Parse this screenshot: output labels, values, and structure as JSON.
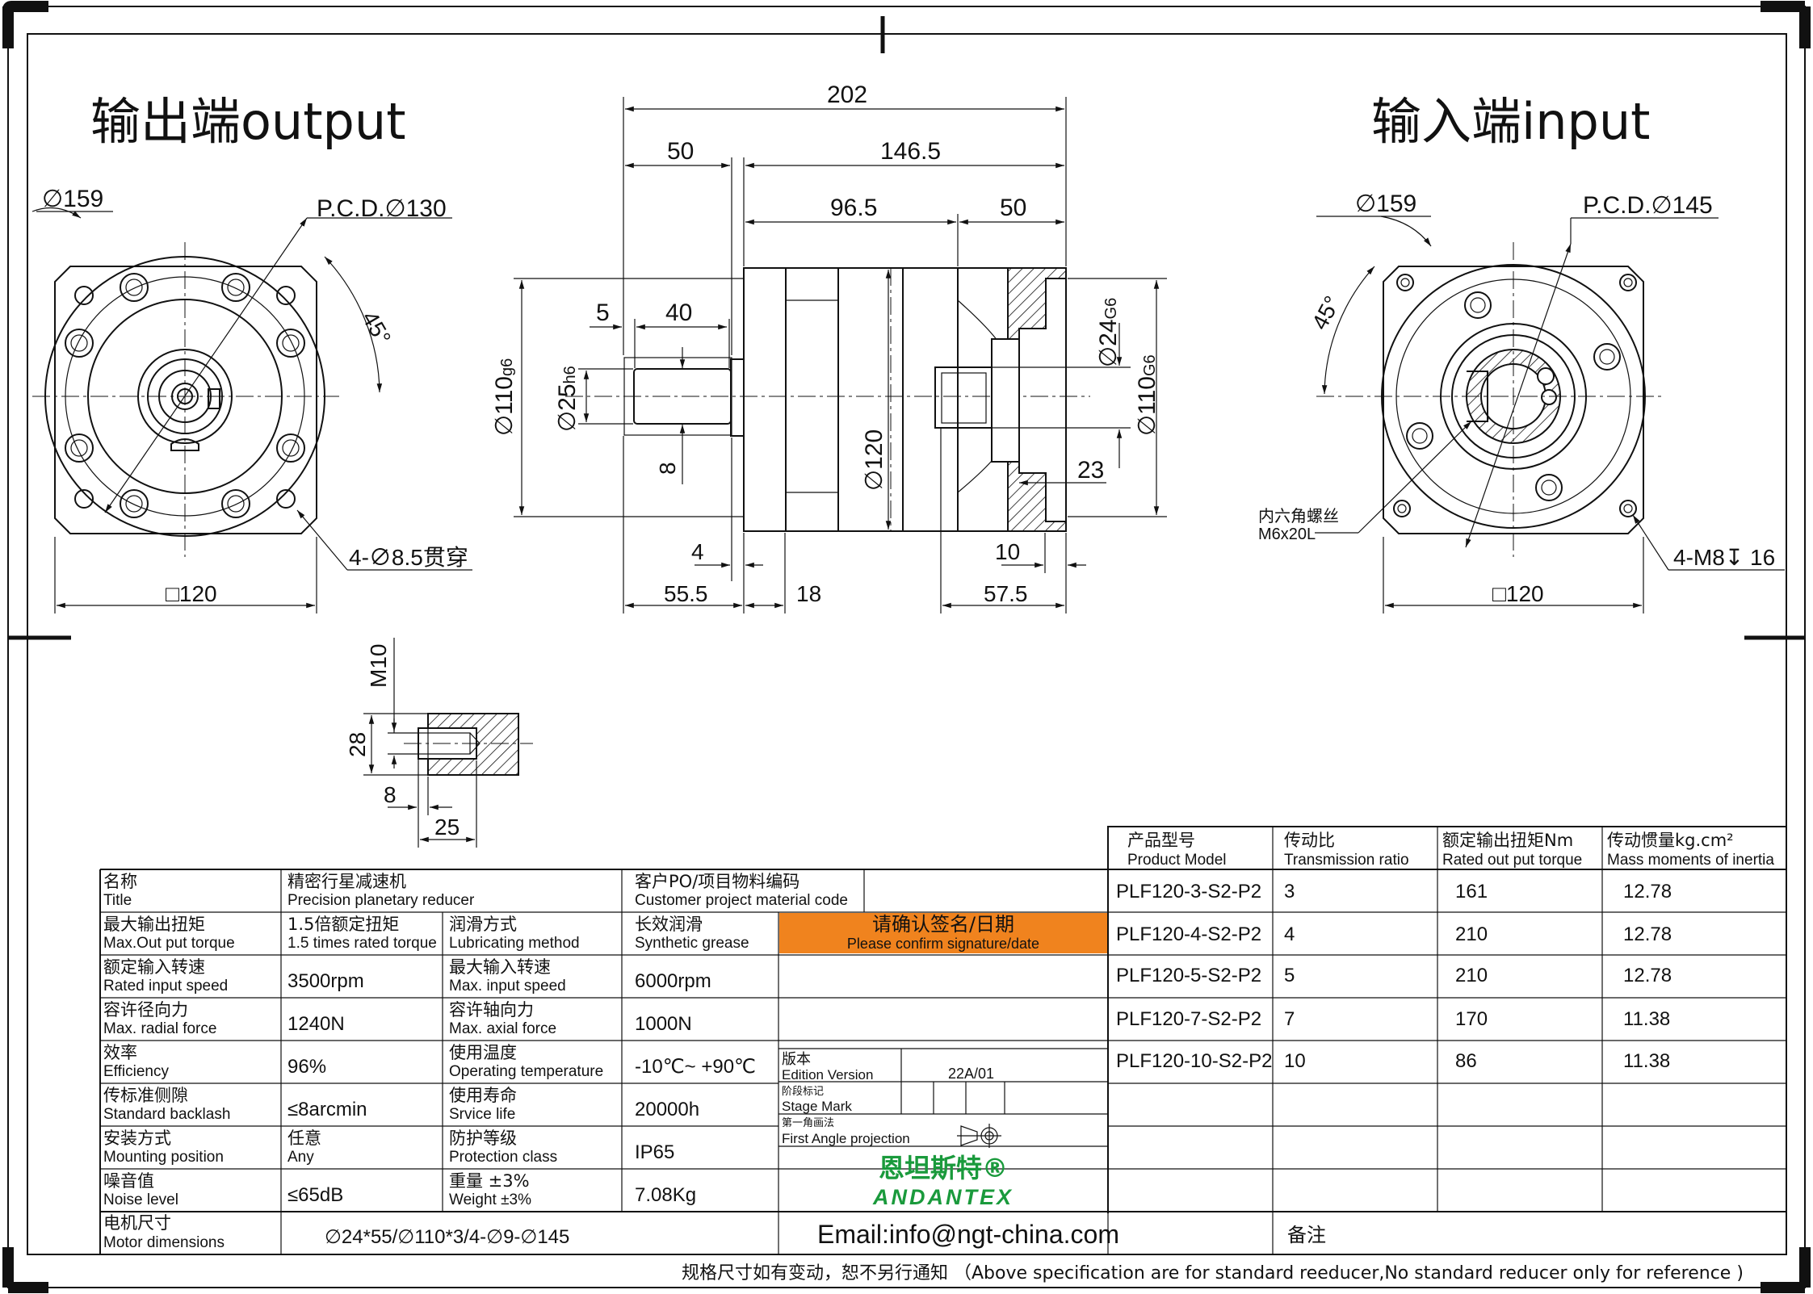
{
  "views": {
    "output": {
      "title": "输出端output",
      "dia_outer": "∅159",
      "pcd": "P.C.D.∅130",
      "angle": "45°",
      "holes": "4-∅8.5贯穿",
      "square": "□120"
    },
    "input": {
      "title": "输入端input",
      "dia_outer": "∅159",
      "pcd": "P.C.D.∅145",
      "angle": "45°",
      "screw_label_cn": "内六角螺丝",
      "screw_label_size": "M6x20L",
      "holes": "4-M8↧ 16",
      "square": "□120"
    },
    "side": {
      "dims": {
        "overall": "202",
        "left_section": "50",
        "right_section": "146.5",
        "body_len": "96.5",
        "input_len": "50",
        "key_offset": "5",
        "key_len": "40",
        "shaft_dia": "∅25",
        "shaft_tol": "h6",
        "spigot_dia": "∅110",
        "spigot_tol": "g6",
        "bore_dia": "∅24",
        "bore_tol": "G6",
        "input_spigot_dia": "∅110",
        "input_spigot_tol": "G6",
        "key_width": "8",
        "body_dia": "∅120",
        "depth_23": "23",
        "gap_4": "4",
        "gap_10": "10",
        "len_55": "55.5",
        "len_18": "18",
        "len_57": "57.5"
      }
    },
    "thread_detail": {
      "thread": "M10",
      "depth": "28",
      "d8": "8",
      "d25": "25"
    }
  },
  "spec_table": {
    "rows": [
      [
        {
          "cn": "名称",
          "en": "Title"
        },
        {
          "cn": "精密行星减速机",
          "en": "Precision planetary reducer",
          "span": 2
        },
        {
          "cn": "客户PO/项目物料编码",
          "en": "Customer project material code"
        }
      ],
      [
        {
          "cn": "最大输出扭矩",
          "en": "Max.Out put torque"
        },
        {
          "cn": "1.5倍额定扭矩",
          "en": "1.5 times rated torque"
        },
        {
          "cn": "润滑方式",
          "en": "Lubricating method"
        },
        {
          "cn": "长效润滑",
          "en": "Synthetic grease"
        }
      ],
      [
        {
          "cn": "额定输入转速",
          "en": "Rated input speed"
        },
        {
          "val": "3500rpm"
        },
        {
          "cn": "最大输入转速",
          "en": "Max. input speed"
        },
        {
          "val": "6000rpm"
        }
      ],
      [
        {
          "cn": "容许径向力",
          "en": "Max. radial force"
        },
        {
          "val": "1240N"
        },
        {
          "cn": "容许轴向力",
          "en": "Max. axial force"
        },
        {
          "val": "1000N"
        }
      ],
      [
        {
          "cn": "效率",
          "en": "Efficiency"
        },
        {
          "val": "96%"
        },
        {
          "cn": "使用温度",
          "en": "Operating temperature"
        },
        {
          "val": "-10℃~ +90℃"
        }
      ],
      [
        {
          "cn": "传标准侧隙",
          "en": "Standard backlash"
        },
        {
          "val": "≤8arcmin"
        },
        {
          "cn": "使用寿命",
          "en": "Srvice life"
        },
        {
          "val": "20000h"
        }
      ],
      [
        {
          "cn": "安装方式",
          "en": "Mounting position"
        },
        {
          "cn": "任意",
          "en": "Any"
        },
        {
          "cn": "防护等级",
          "en": "Protection class"
        },
        {
          "val": "IP65"
        }
      ],
      [
        {
          "cn": "噪音值",
          "en": "Noise level"
        },
        {
          "val": "≤65dB"
        },
        {
          "cn": "重量 ±3%",
          "en": "Weight ±3%"
        },
        {
          "val": "7.08Kg"
        }
      ]
    ],
    "motor": {
      "cn": "电机尺寸",
      "en": "Motor dimensions",
      "val": "∅24*55/∅110*3/4-∅9-∅145"
    }
  },
  "signature": {
    "cn": "请确认签名/日期",
    "en": "Please confirm signature/date",
    "color": "#f0831e"
  },
  "edition": {
    "cn": "版本",
    "en": "Edition Version",
    "val": "22A/01"
  },
  "stage": {
    "cn": "阶段标记",
    "en": "Stage Mark"
  },
  "projection": {
    "cn": "第一角画法",
    "en": "First Angle projection"
  },
  "brand": {
    "cn": "恩坦斯特®",
    "en": "ANDANTEX",
    "color": "#1a9a3c"
  },
  "email": "Email:info@ngt-china.com",
  "remark": "备注",
  "models": {
    "headers": [
      {
        "cn": "产品型号",
        "en": "Product Model"
      },
      {
        "cn": "传动比",
        "en": "Transmission ratio"
      },
      {
        "cn": "额定输出扭矩Nm",
        "en": "Rated out put torque"
      },
      {
        "cn": "传动惯量kg.cm²",
        "en": "Mass moments of inertia"
      }
    ],
    "rows": [
      [
        "PLF120-3-S2-P2",
        "3",
        "161",
        "12.78"
      ],
      [
        "PLF120-4-S2-P2",
        "4",
        "210",
        "12.78"
      ],
      [
        "PLF120-5-S2-P2",
        "5",
        "210",
        "12.78"
      ],
      [
        "PLF120-7-S2-P2",
        "7",
        "170",
        "11.38"
      ],
      [
        "PLF120-10-S2-P2",
        "10",
        "86",
        "11.38"
      ]
    ]
  },
  "footer": "规格尺寸如有变动，恕不另行通知 （Above specification are for standard reeducer,No standard reducer only for reference )"
}
